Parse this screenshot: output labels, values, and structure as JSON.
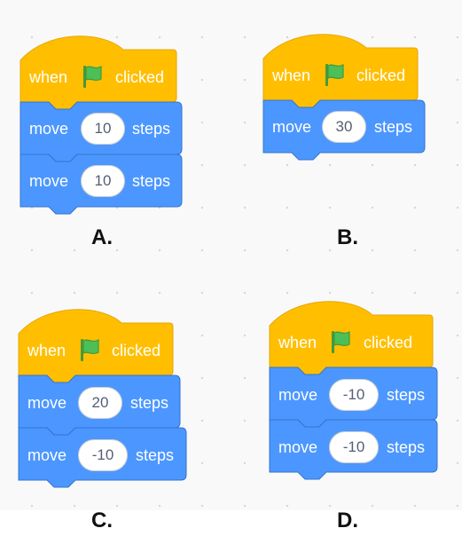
{
  "colors": {
    "events": "#ffbf00",
    "events_border": "#e6a600",
    "motion": "#4c97ff",
    "motion_border": "#3373cc",
    "flag": "#4cbf56"
  },
  "options": [
    {
      "label": "A.",
      "hat": {
        "when": "when",
        "flag_icon": "green-flag-icon",
        "clicked": "clicked"
      },
      "blocks": [
        {
          "label": "move",
          "value": "10",
          "unit": "steps"
        },
        {
          "label": "move",
          "value": "10",
          "unit": "steps"
        }
      ]
    },
    {
      "label": "B.",
      "hat": {
        "when": "when",
        "flag_icon": "green-flag-icon",
        "clicked": "clicked"
      },
      "blocks": [
        {
          "label": "move",
          "value": "30",
          "unit": "steps"
        }
      ]
    },
    {
      "label": "C.",
      "hat": {
        "when": "when",
        "flag_icon": "green-flag-icon",
        "clicked": "clicked"
      },
      "blocks": [
        {
          "label": "move",
          "value": "20",
          "unit": "steps"
        },
        {
          "label": "move",
          "value": "-10",
          "unit": "steps"
        }
      ]
    },
    {
      "label": "D.",
      "hat": {
        "when": "when",
        "flag_icon": "green-flag-icon",
        "clicked": "clicked"
      },
      "blocks": [
        {
          "label": "move",
          "value": "-10",
          "unit": "steps"
        },
        {
          "label": "move",
          "value": "-10",
          "unit": "steps"
        }
      ]
    }
  ]
}
